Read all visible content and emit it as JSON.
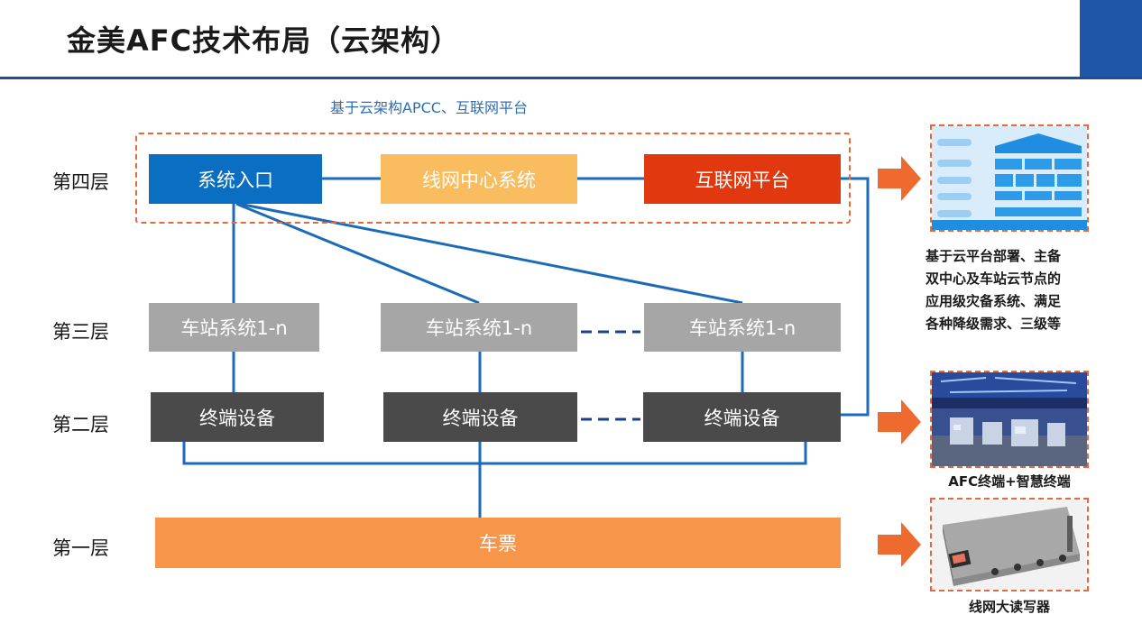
{
  "header": {
    "title": "金美AFC技术布局（云架构）"
  },
  "subtitle": "基于云架构APCC、互联网平台",
  "layers": {
    "l4": "第四层",
    "l3": "第三层",
    "l2": "第二层",
    "l1": "第一层"
  },
  "layer4": {
    "entry": "系统入口",
    "center": "线网中心系统",
    "internet": "互联网平台"
  },
  "layer3": {
    "station_a": "车站系统1-n",
    "station_b": "车站系统1-n",
    "station_c": "车站系统1-n"
  },
  "layer2": {
    "terminal_a": "终端设备",
    "terminal_b": "终端设备",
    "terminal_c": "终端设备"
  },
  "layer1": {
    "ticket": "车票"
  },
  "right_panel": {
    "cloud_desc": [
      "基于云平台部署、主备",
      "双中心及车站云节点的",
      "应用级灾备系统、满足",
      "各种降级需求、三级等"
    ],
    "terminal_caption": "AFC终端+智慧终端",
    "reader_caption": "线网大读写器"
  },
  "colors": {
    "entry": "#0a6ec2",
    "center": "#f9bc5e",
    "internet": "#e2380f",
    "station": "#a6a6a6",
    "terminal": "#4a4a4a",
    "ticket": "#f7954a",
    "connector": "#1b6bb8",
    "arrow": "#ef6a2f",
    "dashed_frame": "#e8683a"
  }
}
